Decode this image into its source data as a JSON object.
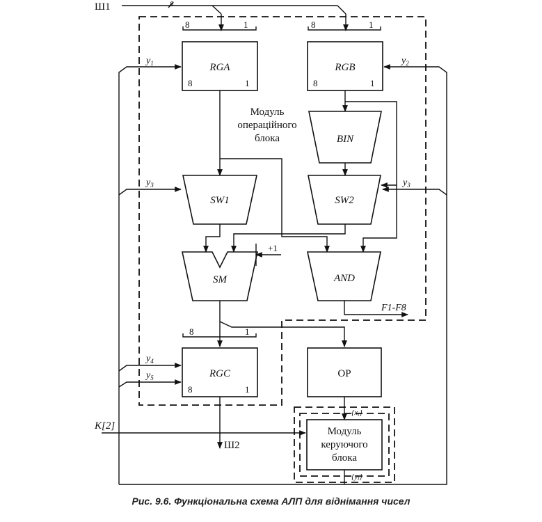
{
  "buses": {
    "input": "Ш1",
    "input_width": "8",
    "output": "Ш2"
  },
  "module_op": [
    "Модуль",
    "операційного",
    "блока"
  ],
  "blocks": {
    "rga": {
      "label": "RGA",
      "top_high": "8",
      "top_low": "1",
      "bot_high": "8",
      "bot_low": "1"
    },
    "rgb": {
      "label": "RGB",
      "top_high": "8",
      "top_low": "1",
      "bot_high": "8",
      "bot_low": "1"
    },
    "bin": {
      "label": "BIN"
    },
    "sw1": {
      "label": "SW1"
    },
    "sw2": {
      "label": "SW2"
    },
    "sm": {
      "label": "SM",
      "carry_in": "+1"
    },
    "and": {
      "label": "AND",
      "flags": "F1-F8"
    },
    "rgc": {
      "label": "RGC",
      "top_high": "8",
      "top_low": "1",
      "bot_high": "8",
      "bot_low": "1"
    },
    "op": {
      "label": "OP"
    }
  },
  "signals": {
    "y1": "y",
    "y1_sub": "1",
    "y2": "y",
    "y2_sub": "2",
    "y3_left": "y",
    "y3_left_sub": "3",
    "y3_right": "y",
    "y3_right_sub": "3",
    "y4": "y",
    "y4_sub": "4",
    "y5": "y",
    "y5_sub": "5",
    "k2": "K[2]"
  },
  "control_module": {
    "lines": [
      "Модуль",
      "керуючого",
      "блока"
    ],
    "xt": "{x",
    "xt_sub": "t",
    "xt_end": "}",
    "yt": "{y",
    "yt_sub": "t",
    "yt_end": "}"
  },
  "caption": "Рис. 9.6. Функціональна схема АЛП для віднімання чисел"
}
